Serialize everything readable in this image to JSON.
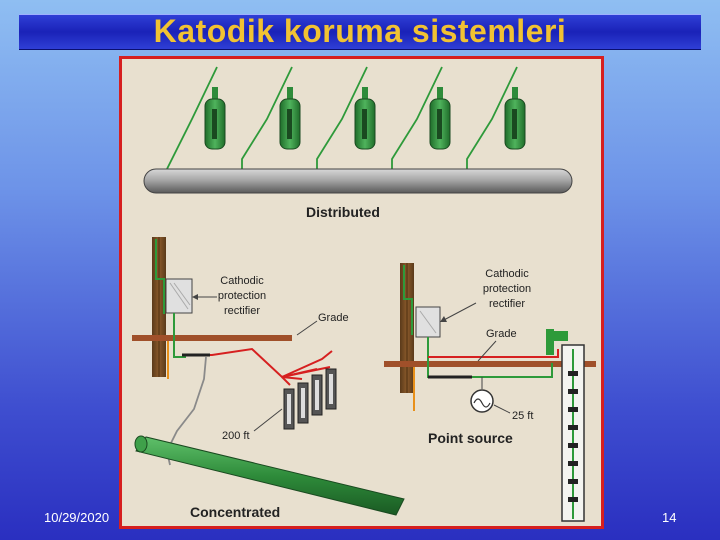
{
  "slide": {
    "title": "Katodik koruma sistemleri",
    "date": "10/29/2020",
    "page_number": "14"
  },
  "diagram": {
    "distributed_label": "Distributed",
    "concentrated_label": "Concentrated",
    "point_source_label": "Point source",
    "rectifier_label_left": [
      "Cathodic",
      "protection",
      "rectifier"
    ],
    "rectifier_label_right": [
      "Cathodic",
      "protection",
      "rectifier"
    ],
    "grade_label_left": "Grade",
    "grade_label_right": "Grade",
    "distance_left": "200 ft",
    "distance_right": "25 ft"
  },
  "colors": {
    "frame_border": "#d61f1f",
    "title_text": "#f1c232",
    "anode_green": "#2e8b3a",
    "wire_red": "#d62020",
    "wire_green": "#2e9a3a",
    "pipe_gray": "#9a9a9a"
  }
}
